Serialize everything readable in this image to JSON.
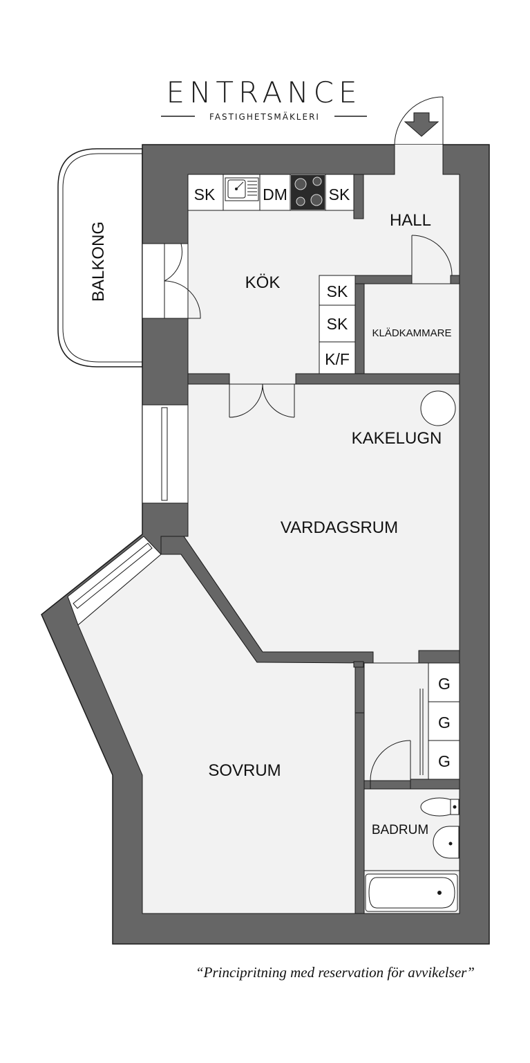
{
  "brand": {
    "name": "ENTRANCE",
    "tagline": "FASTIGHETSMÄKLERI"
  },
  "rooms": {
    "balkong": "BALKONG",
    "kok": "KÖK",
    "hall": "HALL",
    "kladkammare": "KLÄDKAMMARE",
    "kakelugn": "KAKELUGN",
    "vardagsrum": "VARDAGSRUM",
    "sovrum": "SOVRUM",
    "badrum": "BADRUM"
  },
  "fixtures": {
    "kitchen_row": [
      "SK",
      "DM",
      "SK"
    ],
    "kitchen_column": [
      "SK",
      "SK",
      "K/F"
    ],
    "wardrobes": [
      "G",
      "G",
      "G"
    ]
  },
  "disclaimer": "“Principritning med reservation för avvikelser”",
  "colors": {
    "wall": "#666666",
    "floor": "#f2f2f2",
    "line": "#1a1a1a"
  }
}
